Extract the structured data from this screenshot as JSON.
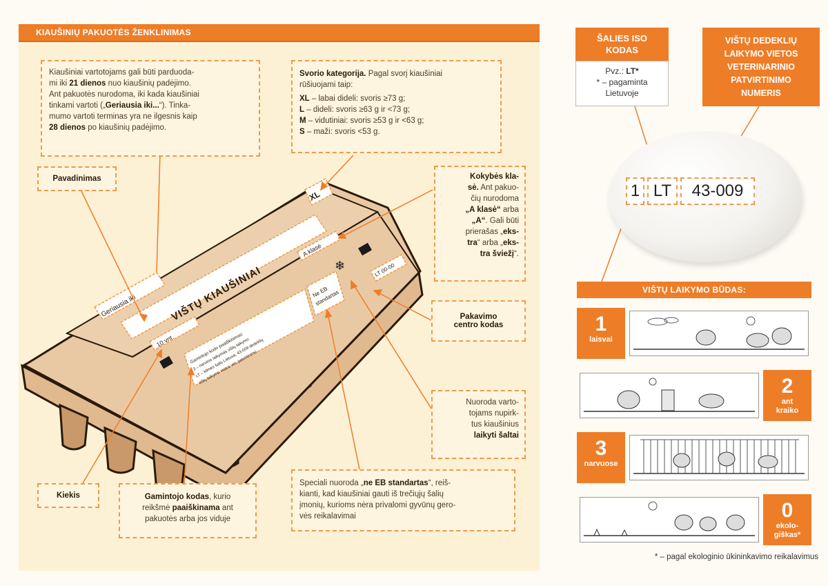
{
  "header": {
    "title": "KIAUŠINIŲ PAKUOTĖS ŽENKLINIMAS"
  },
  "info_box": {
    "line1": "Kiaušiniai vartotojams gali būti parduoda-",
    "line2a": "mi iki ",
    "line2b": "21 dienos",
    "line2c": " nuo kiaušinių padėjimo.",
    "line3": "Ant pakuotės nurodoma, iki kada kiaušiniai",
    "line4a": "tinkami vartoti („",
    "line4b": "Geriausia iki...",
    "line4c": "“). Tinka-",
    "line5": "mumo vartoti terminas yra ne ilgesnis kaip",
    "line6a": "28 dienos",
    "line6b": " po kiaušinių padėjimo."
  },
  "weight_box": {
    "title": "Svorio kategorija.",
    "intro1": " Pagal svorį kiaušiniai",
    "intro2": "rūšiuojami taip:",
    "rows": [
      {
        "code": "XL",
        "text": " – labai dideli: svoris ≥73 g;"
      },
      {
        "code": "L",
        "text": " – dideli: svoris ≥63 g ir <73 g;"
      },
      {
        "code": "M",
        "text": " – vidutiniai: svoris ≥53 g ir <63 g;"
      },
      {
        "code": "S",
        "text": " – maži: svoris <53 g."
      }
    ]
  },
  "labels": {
    "name": "Pavadinimas",
    "quantity": "Kiekis",
    "pack_center_1": "Pakavimo",
    "pack_center_2": "centro kodas"
  },
  "quality_box": {
    "l1": "Kokybės kla-",
    "l2a": "sė.",
    "l2b": " Ant pakuo-",
    "l3": "čių nurodoma",
    "l4a": "„A klasė“",
    "l4b": " arba",
    "l5a": "„A“",
    "l5b": ". Gali būti",
    "l6a": "prierašas „",
    "l6b": "eks-",
    "l7a": "tra",
    "l7b": "“ arba „",
    "l7c": "eks-",
    "l8a": "tra šviežį",
    "l8b": "“."
  },
  "cold_box": {
    "l1": "Nuoroda varto-",
    "l2": "tojams nupirk-",
    "l3": "tus kiaušinius",
    "l4": "laikyti šaltai"
  },
  "producer_box": {
    "l1a": "Gamintojo kodas",
    "l1b": ", kurio",
    "l2a": "reikšmė ",
    "l2b": "paaiškinama",
    "l2c": " ant",
    "l3": "pakuotės arba jos viduje"
  },
  "standard_box": {
    "l1a": "Speciali nuoroda „",
    "l1b": "ne EB standartas",
    "l1c": "“, reiš-",
    "l2": "kianti, kad kiaušiniai gauti iš trečiųjų šalių",
    "l3": "įmonių, kurioms nėra privalomi gyvūnų gero-",
    "l4": "vės reikalavimai"
  },
  "carton_texts": {
    "xl": "XL",
    "main": "VIŠTŲ KIAUŠINIAI",
    "best": "Geriausia iki",
    "qty": "10 vnt.",
    "cls": "A klasė",
    "neeb1": "Ne EB",
    "neeb2": "standartas",
    "lt": "LT 00-00",
    "code1": "Gamintojo kodo paaiškinimas:",
    "code2": "3 – narvinis laikymas vištų laikymo",
    "code3": "LT – kilmės šalis Lietuva; 43-009 dedeklių",
    "code4": "vištų laikymo vietos vet. patvirtinimo"
  },
  "iso": {
    "title1": "ŠALIES ISO",
    "title2": "KODAS",
    "ex_a": "Pvz.: ",
    "ex_b": "LT*",
    "note1": "* – pagaminta",
    "note2": "Lietuvoje"
  },
  "vet": {
    "l1": "VIŠTŲ DEDEKLIŲ",
    "l2": "LAIKYMO VIETOS",
    "l3": "VETERINARINIO",
    "l4": "PATVIRTINIMO",
    "l5": "NUMERIS"
  },
  "egg_code": {
    "method": "1",
    "country": "LT",
    "number": "43-009"
  },
  "ways": {
    "title": "VIŠTŲ LAIKYMO BŪDAS:",
    "items": [
      {
        "n": "1",
        "t1": "laisvai",
        "t2": ""
      },
      {
        "n": "2",
        "t1": "ant",
        "t2": "kraiko"
      },
      {
        "n": "3",
        "t1": "narvuose",
        "t2": ""
      },
      {
        "n": "0",
        "t1": "ekolo-",
        "t2": "giškas*"
      }
    ]
  },
  "footnote": "* – pagal ekologinio ūkininkavimo reikalavimus",
  "colors": {
    "accent": "#ee7d27",
    "panel": "#fcf1d4",
    "carton": "#e7c7a4"
  }
}
